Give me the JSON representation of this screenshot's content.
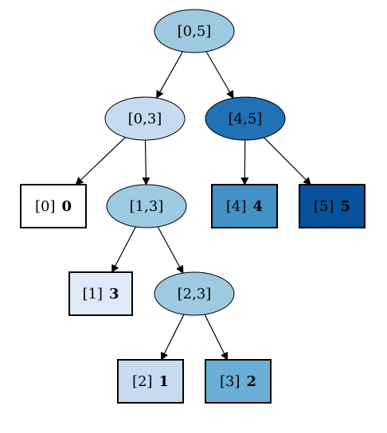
{
  "tree": {
    "nodes": [
      {
        "id": "r05",
        "shape": "ellipse",
        "label": "[0,5]",
        "fill": "#9ecae1"
      },
      {
        "id": "r03",
        "shape": "ellipse",
        "label": "[0,3]",
        "fill": "#c6dbef"
      },
      {
        "id": "r45",
        "shape": "ellipse",
        "label": "[4,5]",
        "fill": "#2171b5"
      },
      {
        "id": "r13",
        "shape": "ellipse",
        "label": "[1,3]",
        "fill": "#9ecae1"
      },
      {
        "id": "r23",
        "shape": "ellipse",
        "label": "[2,3]",
        "fill": "#9ecae1"
      },
      {
        "id": "l0",
        "shape": "box",
        "index": "[0]",
        "value": "0",
        "fill": "#ffffff"
      },
      {
        "id": "l1",
        "shape": "box",
        "index": "[1]",
        "value": "3",
        "fill": "#deebf7"
      },
      {
        "id": "l2",
        "shape": "box",
        "index": "[2]",
        "value": "1",
        "fill": "#c6dbef"
      },
      {
        "id": "l3",
        "shape": "box",
        "index": "[3]",
        "value": "2",
        "fill": "#6baed6"
      },
      {
        "id": "l4",
        "shape": "box",
        "index": "[4]",
        "value": "4",
        "fill": "#4292c6"
      },
      {
        "id": "l5",
        "shape": "box",
        "index": "[5]",
        "value": "5",
        "fill": "#08519c"
      }
    ],
    "edges": [
      [
        "r05",
        "r03"
      ],
      [
        "r05",
        "r45"
      ],
      [
        "r03",
        "l0"
      ],
      [
        "r03",
        "r13"
      ],
      [
        "r45",
        "l4"
      ],
      [
        "r45",
        "l5"
      ],
      [
        "r13",
        "l1"
      ],
      [
        "r13",
        "r23"
      ],
      [
        "r23",
        "l2"
      ],
      [
        "r23",
        "l3"
      ]
    ]
  }
}
